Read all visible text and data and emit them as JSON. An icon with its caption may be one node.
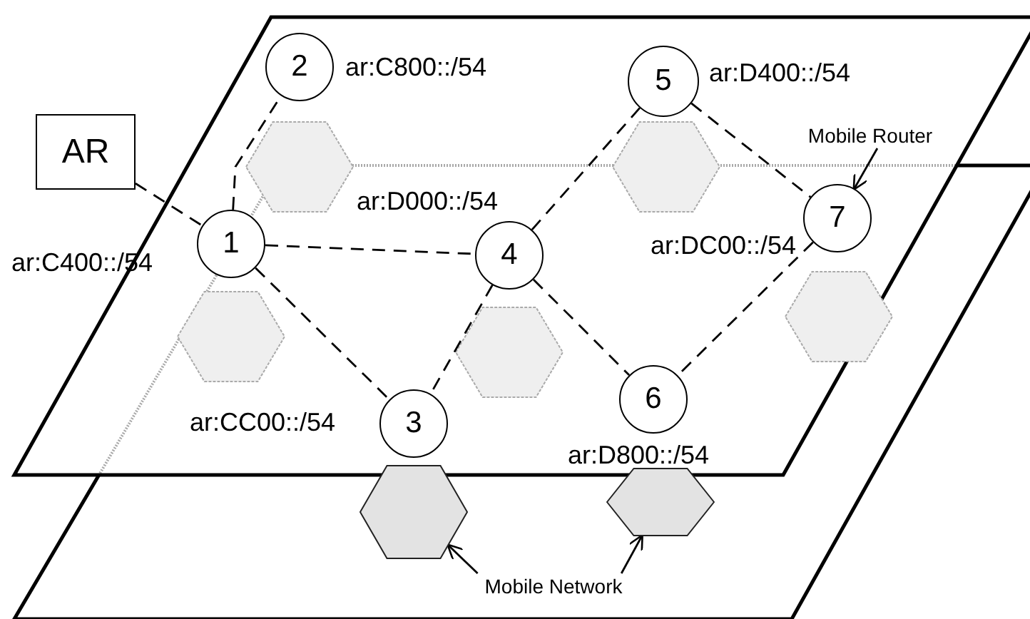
{
  "diagram": {
    "nodes": [
      {
        "text": [
          "AR"
        ]
      },
      {
        "text": [
          "1"
        ],
        "beside": [
          "ar:C400::/54"
        ]
      },
      {
        "text": [
          "2"
        ],
        "beside": [
          "ar:C800::/54"
        ]
      },
      {
        "text": [
          "3"
        ],
        "beside": [
          "ar:CC00::/54"
        ]
      },
      {
        "text": [
          "4"
        ],
        "beside": [
          "ar:D000::/54"
        ]
      },
      {
        "text": [
          "5"
        ],
        "beside": [
          "ar:D400::/54"
        ]
      },
      {
        "text": [
          "6"
        ],
        "beside": [
          "ar:D800::/54"
        ]
      },
      {
        "text": [
          "7"
        ],
        "beside": [
          "ar:DC00::/54"
        ]
      },
      {
        "text": [
          "Mobile Router"
        ]
      },
      {
        "text": [
          "Mobile Network"
        ]
      },
      {
        "text": [],
        "shape": "hexagon"
      },
      {
        "text": [],
        "shape": "hexagon"
      },
      {
        "text": [],
        "shape": "hexagon"
      },
      {
        "text": [],
        "shape": "hexagon"
      },
      {
        "text": [],
        "shape": "hexagon"
      },
      {
        "text": [],
        "shape": "hexagon"
      },
      {
        "text": [],
        "shape": "hexagon"
      }
    ],
    "edges": [
      {
        "from": 0,
        "to": 1,
        "arrow": "none",
        "style": "dashed"
      },
      {
        "from": 1,
        "to": 2,
        "arrow": "none",
        "style": "dashed"
      },
      {
        "from": 1,
        "to": 4,
        "arrow": "none",
        "style": "dashed"
      },
      {
        "from": 1,
        "to": 3,
        "arrow": "none",
        "style": "dashed"
      },
      {
        "from": 4,
        "to": 5,
        "arrow": "none",
        "style": "dashed"
      },
      {
        "from": 4,
        "to": 3,
        "arrow": "none",
        "style": "dashed"
      },
      {
        "from": 4,
        "to": 6,
        "arrow": "none",
        "style": "dashed"
      },
      {
        "from": 5,
        "to": 7,
        "arrow": "none",
        "style": "dashed"
      },
      {
        "from": 7,
        "to": 6,
        "arrow": "none",
        "style": "dashed"
      },
      {
        "from": 8,
        "to": 7,
        "arrow": "to"
      },
      {
        "from": 9,
        "to": 12,
        "arrow": "to"
      },
      {
        "from": 9,
        "to": 14,
        "arrow": "to"
      }
    ]
  }
}
